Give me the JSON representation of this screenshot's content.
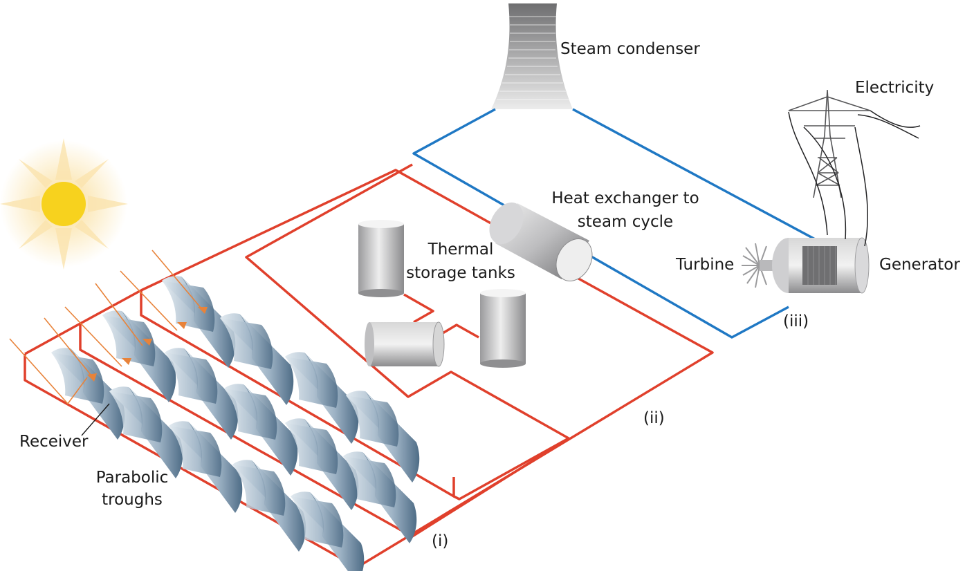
{
  "labels": {
    "steam_condenser": "Steam condenser",
    "electricity": "Electricity",
    "heat_exchanger_1": "Heat exchanger to",
    "heat_exchanger_2": "steam cycle",
    "thermal_storage_1": "Thermal",
    "thermal_storage_2": "storage tanks",
    "turbine": "Turbine",
    "generator": "Generator",
    "receiver": "Receiver",
    "parabolic_1": "Parabolic",
    "parabolic_2": "troughs",
    "loop_i": "(i)",
    "loop_ii": "(ii)",
    "loop_iii": "(iii)"
  },
  "colors": {
    "hot_loop": "#e0402c",
    "steam_loop": "#1f78c4",
    "sun": "#f7d21e",
    "sun_rays": "#f9e2a8",
    "sunlight_arrows": "#e8833a",
    "trough_dark": "#4f6f88",
    "trough_light": "#dfe8ef"
  }
}
